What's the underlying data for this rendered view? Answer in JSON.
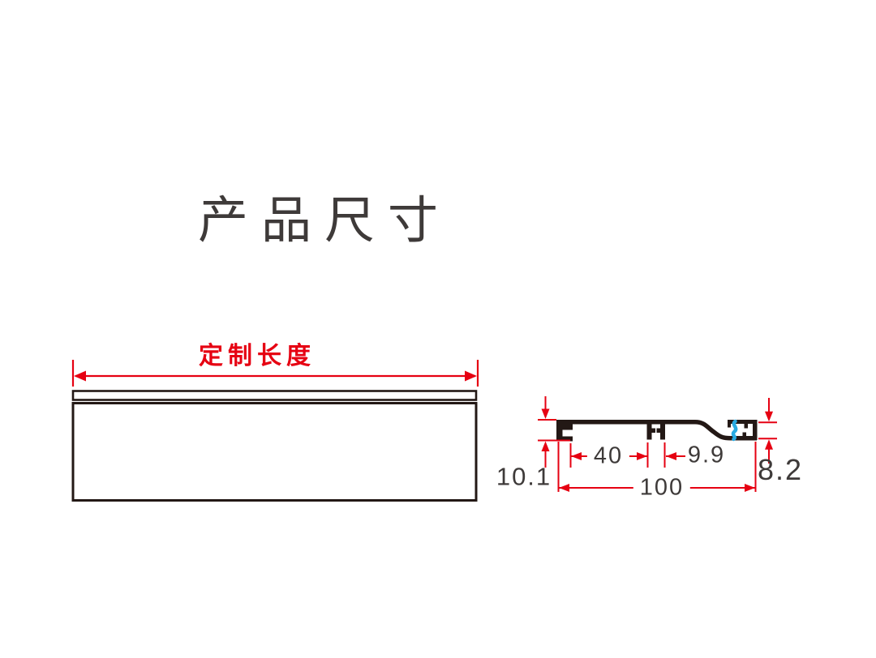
{
  "title": "产品尺寸",
  "colors": {
    "background": "#ffffff",
    "dimension_red": "#e60012",
    "line_black": "#231815",
    "text_dark": "#3e3a39",
    "break_blue": "#29abe2"
  },
  "panel_drawing": {
    "length_label": "定制长度"
  },
  "profile_drawing": {
    "dim_left_height": "10.1",
    "dim_groove_offset": "40",
    "dim_groove_width": "9.9",
    "dim_total_width": "100",
    "dim_right_height": "8.2"
  }
}
